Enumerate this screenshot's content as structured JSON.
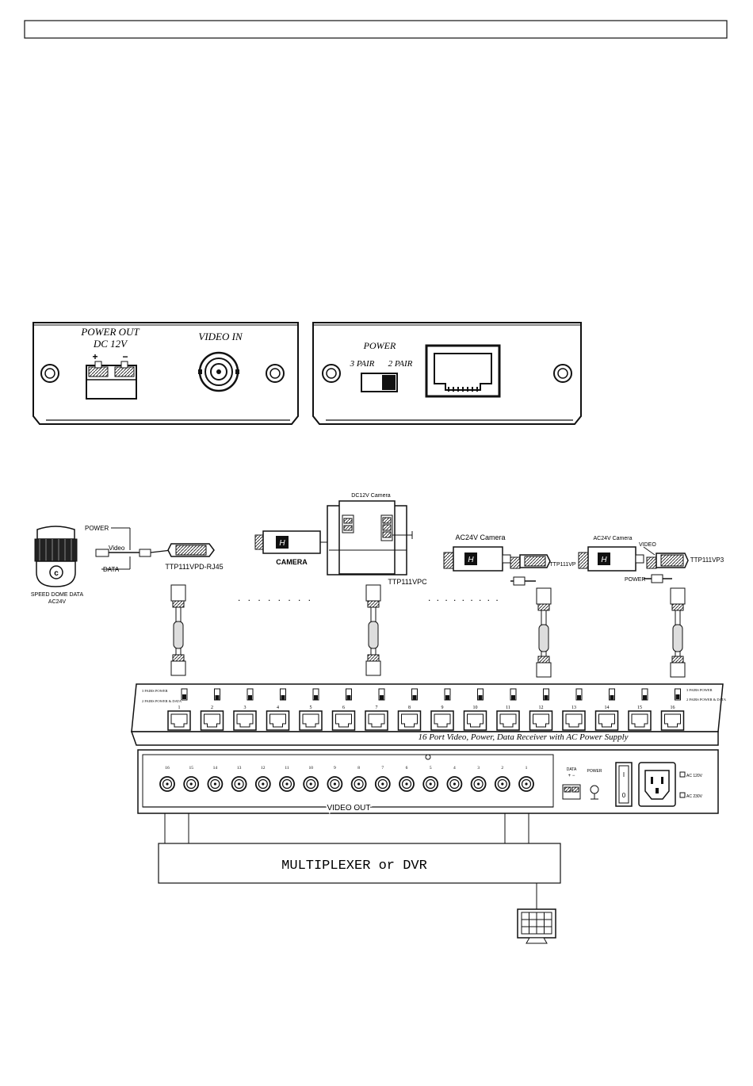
{
  "panel_receiver_1": {
    "power_out_label": "POWER OUT",
    "dc_label": "DC 12V",
    "plus": "+",
    "minus": "−",
    "video_in_label": "VIDEO IN"
  },
  "panel_receiver_2": {
    "power_label": "POWER",
    "pair3_label": "3 PAIR",
    "pair2_label": "2 PAIR"
  },
  "devices": {
    "speed_dome_line1": "SPEED DOME DATA",
    "speed_dome_line2": "AC24V",
    "power_label": "POWER",
    "video_label": "Video",
    "data_label": "DATA",
    "ttp_rj45": "TTP111VPD-RJ45",
    "dc12v_camera": "DC12V Camera",
    "camera": "CAMERA",
    "ttp_vpc": "TTP111VPC",
    "ac24v_camera_a": "AC24V Camera",
    "ttp_vp": "TTP111VP",
    "ac24v_camera_b": "AC24V Camera",
    "video_label_b": "VIDEO",
    "power_label_b": "POWER",
    "ttp_vp3": "TTP111VP3",
    "dots_left": ". . . . . . . .",
    "dots_right": ". . .   . . .   . . ."
  },
  "hub": {
    "left_switch_top": "3 PAIRS POWER",
    "left_switch_bottom": "2 PAIRS POWER & DATA",
    "right_switch_top": "3 PAIRS POWER",
    "right_switch_bottom": "2 PAIRS POWER & DATA",
    "port_numbers": [
      "1",
      "2",
      "3",
      "4",
      "5",
      "6",
      "7",
      "8",
      "9",
      "10",
      "11",
      "12",
      "13",
      "14",
      "15",
      "16"
    ],
    "caption": "16 Port Video, Power, Data Receiver with AC Power Supply"
  },
  "rear": {
    "bnc_numbers": [
      "16",
      "15",
      "14",
      "13",
      "12",
      "11",
      "10",
      "9",
      "8",
      "7",
      "6",
      "5",
      "4",
      "3",
      "2",
      "1"
    ],
    "video_out": "VIDEO OUT",
    "data_label": "DATA",
    "data_polarity": "+ −",
    "power_label": "POWER",
    "ac120": "AC 120V",
    "ac230": "AC 230V"
  },
  "mux": {
    "label": "MULTIPLEXER  or  DVR"
  },
  "colors": {
    "ink": "#111111",
    "paper": "#ffffff",
    "plate": "#f4f4f4"
  }
}
